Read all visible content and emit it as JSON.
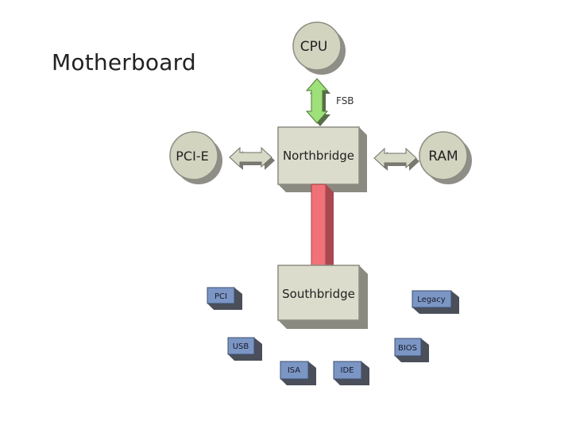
{
  "slide": {
    "title": "Motherboard"
  },
  "diagram": {
    "cpu": "CPU",
    "fsb": "FSB",
    "pcie": "PCI-E",
    "ram": "RAM",
    "northbridge": "Northbridge",
    "southbridge": "Southbridge",
    "chips": {
      "pci": "PCI",
      "usb": "USB",
      "isa": "ISA",
      "ide": "IDE",
      "bios": "BIOS",
      "legacy": "Legacy"
    }
  },
  "colors": {
    "circle_fill": "#d2d4c0",
    "box_fill": "#dcdccc",
    "chip_fill": "#7b96c4",
    "fsb_arrow": "#9ee07a",
    "link_bar": "#f07278"
  }
}
